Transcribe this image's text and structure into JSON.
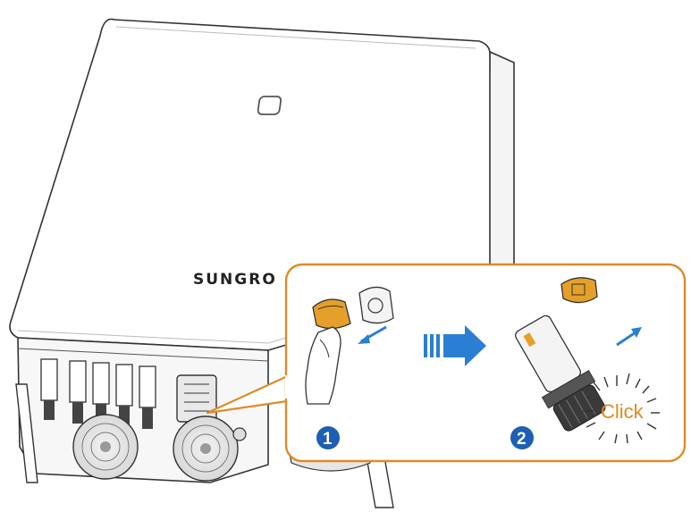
{
  "brand": {
    "label": "SUNGROW",
    "visible_text": "SUNGRO"
  },
  "steps": [
    {
      "number": "1"
    },
    {
      "number": "2"
    }
  ],
  "click_text": "Click",
  "colors": {
    "callout_border": "#e08a2a",
    "accent_orange": "#e5a02a",
    "step_badge_blue": "#1d5fb4",
    "arrow_blue": "#2a7fd4",
    "click_text": "#e08a1e"
  },
  "icons": [
    "inverter-device",
    "dc-connector",
    "connector-cap",
    "hand-icon",
    "arrow-right-icon",
    "arrow-icon",
    "click-burst-icon"
  ]
}
